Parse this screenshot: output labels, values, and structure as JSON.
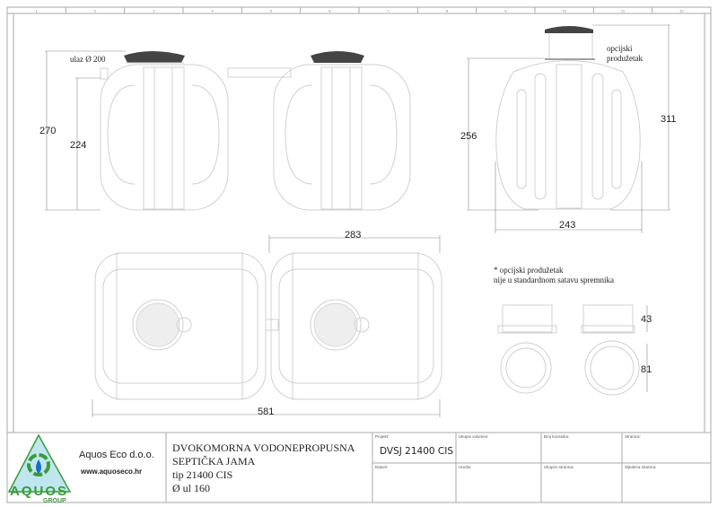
{
  "grid_numbers": [
    "1",
    "2",
    "3",
    "4",
    "5",
    "6",
    "7",
    "8",
    "9",
    "10",
    "11",
    "12"
  ],
  "side_view": {
    "inlet_label": "ulaz Ø 200",
    "height_total": "270",
    "height_inlet": "224"
  },
  "end_view": {
    "extension_label_1": "opcijski",
    "extension_label_2": "produžetak",
    "height_body": "256",
    "height_total": "311",
    "width": "243"
  },
  "top_view": {
    "tank_length": "283",
    "total_length": "581"
  },
  "extension_detail": {
    "note_1": "* opcijski produžetak",
    "note_2": "nije u standardnom satavu spremnika",
    "height": "43",
    "diameter": "81"
  },
  "title_block": {
    "logo_text": "AQUOS",
    "logo_subtext": "GROUP",
    "company": "Aquos Eco d.o.o.",
    "website": "www.aquoseco.hr",
    "title_line_1": "DVOKOMORNA VODONEPROPUSNA",
    "title_line_2": "SEPTIČKA JAMA",
    "title_line_3": "tip 21400 CIS",
    "title_line_4": "Ø ul 160",
    "project_label": "Projekt:",
    "project_value": "DVSJ 21400 CIS",
    "volume_label": "Ukupni volumen:",
    "users_label": "Broj korisnika:",
    "page_label": "Stranica:",
    "date_label": "Datum:",
    "editor_label": "Uredio:",
    "total_pages_label": "Ukupno stranica:",
    "next_page_label": "Sljedeća stranica:"
  },
  "colors": {
    "logo_green": "#3a9a3a",
    "logo_blue": "#1a6fc0",
    "logo_triangle": "#bfe6ee"
  }
}
